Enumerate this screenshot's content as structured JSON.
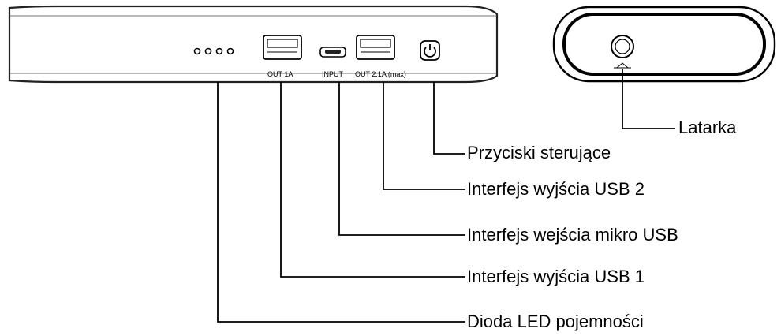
{
  "port_labels": {
    "out1": "OUT 1A",
    "input": "INPUT",
    "out2": "OUT 2.1A (max)"
  },
  "callouts": {
    "flashlight": "Latarka",
    "control_buttons": "Przyciski sterujące",
    "usb_out_2": "Interfejs wyjścia USB 2",
    "micro_usb_in": "Interfejs wejścia mikro USB",
    "usb_out_1": "Interfejs wyjścia USB 1",
    "led_capacity": "Dioda LED pojemności"
  }
}
